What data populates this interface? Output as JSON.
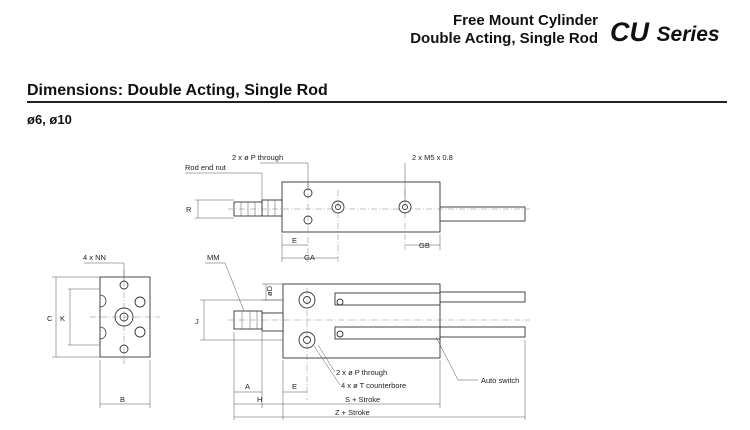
{
  "header": {
    "line1": "Free Mount Cylinder",
    "line2": "Double Acting, Single Rod",
    "series_code": "CU",
    "series_word": "Series"
  },
  "section": {
    "title": "Dimensions: Double Acting, Single Rod",
    "bore": "ø6, ø10"
  },
  "labels": {
    "p_through_top": "2 x ø P through",
    "m5": "2 x M5 x 0.8",
    "rod_end_nut": "Rod end nut",
    "r": "R",
    "e_top": "E",
    "ga": "GA",
    "gb": "GB",
    "nn": "4 x NN",
    "c": "C",
    "k": "K",
    "b": "B",
    "mm": "MM",
    "od": "øD",
    "j": "J",
    "a": "A",
    "h": "H",
    "e_bottom": "E",
    "p_through_bottom": "2 x ø P through",
    "t_counterbore": "4 x ø T counterbore",
    "s_stroke": "S + Stroke",
    "z_stroke": "Z + Stroke",
    "auto_switch": "Auto switch"
  }
}
